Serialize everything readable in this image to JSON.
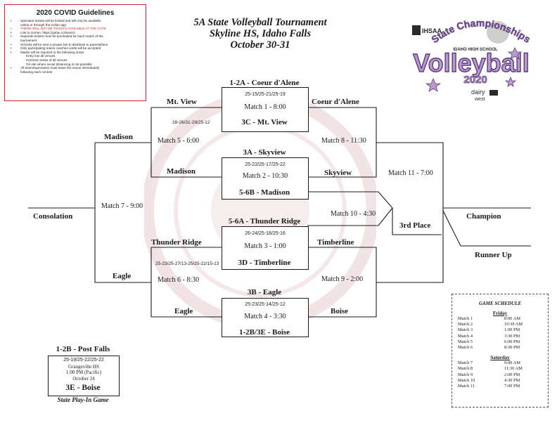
{
  "guidelines": {
    "title": "2020 COVID Guidelines",
    "items": [
      {
        "text": "Spectator tickets will be limited and will only be available",
        "style": "bullet"
      },
      {
        "text": "online or through the Gofan app",
        "style": "cont"
      },
      {
        "text": "THERE WILL NOT BE TICKETS AVAILABLE AT THE GATE",
        "style": "bullet-red"
      },
      {
        "text": "Link to GoFan: https://gofan.co/search",
        "style": "bullet"
      },
      {
        "text": "Separate tickets must be purchased for each match of the",
        "style": "bullet"
      },
      {
        "text": "tournament",
        "style": "cont"
      },
      {
        "text": "Schools will be sent a private link to distribute to parents/fans",
        "style": "bullet"
      },
      {
        "text": "Only participating teams coaches cards will be accepted",
        "style": "bullet"
      },
      {
        "text": "Masks will be required in the following areas:",
        "style": "bullet"
      },
      {
        "text": "Entry into all venues",
        "style": "sub"
      },
      {
        "text": "Common areas of all venues",
        "style": "sub"
      },
      {
        "text": "On site where social distancing is not possible",
        "style": "sub"
      },
      {
        "text": "All teams/spectators must leave the venue immediately",
        "style": "bullet"
      },
      {
        "text": "following each contest",
        "style": "cont"
      }
    ]
  },
  "title": {
    "line1": "5A State Volleyball Tournament",
    "line2": "Skyline HS, Idaho Falls",
    "line3": "October 30-31"
  },
  "logo": {
    "org": "IHSAA",
    "arc": "State Championships",
    "sub": "IDAHO HIGH SCHOOL",
    "main": "Volleyball",
    "year": "2020",
    "sponsor1": "dairy",
    "sponsor2": "west",
    "colors": {
      "purple": "#7b4f9e",
      "light_purple": "#b89ad1",
      "dark": "#2a2a2a"
    }
  },
  "matches": {
    "m1": {
      "top_seed": "1-2A - Coeur d'Alene",
      "score": "25-15/25-21/25-19",
      "label": "Match 1 - 8:00",
      "bottom_seed": "3C - Mt. View"
    },
    "m2": {
      "top_seed": "3A - Skyview",
      "score": "25-22/25-17/25-22",
      "label": "Match 2 - 10:30",
      "bottom_seed": "5-6B - Madison"
    },
    "m3": {
      "top_seed": "5-6A - Thunder Ridge",
      "score": "26-24/25-18/25-16",
      "label": "Match 3 - 1:00",
      "bottom_seed": "3D - Timberline"
    },
    "m4": {
      "top_seed": "3B - Eagle",
      "score": "25-23/25-14/25-12",
      "label": "Match 4 - 3:30",
      "bottom_seed": "1-2B/3E - Boise"
    }
  },
  "bracket": {
    "left_m1_winner": "Mt. View",
    "left_m2_winner": "Madison",
    "left_m3_winner": "Thunder Ridge",
    "left_m4_winner": "Eagle",
    "right_m1_winner": "Coeur d'Alene",
    "right_m2_winner": "Skyview",
    "right_m3_winner": "Timberline",
    "right_m4_winner": "Boise",
    "m5_label": "Match 5 - 6:00",
    "m5_score": "28-26/31-29/25-12",
    "m5_winner": "Madison",
    "m6_label": "Match 6 - 8:30",
    "m6_score": "25-23/25-27/13-25/25-22/15-13",
    "m6_winner": "Eagle",
    "m7_label": "Match 7 - 9:00",
    "m7_result": "Consolation",
    "m8_label": "Match 8 - 11:30",
    "m9_label": "Match 9 - 2:00",
    "m10_label": "Match 10 - 4:30",
    "m10_result": "3rd Place",
    "m11_label": "Match 11 - 7:00",
    "champion": "Champion",
    "runner_up": "Runner Up"
  },
  "playin": {
    "top": "1-2B - Post Falls",
    "score": "25-19/25-22/25-22",
    "venue": "Grangeville HS",
    "time": "1:00 PM (Pacific)",
    "date": "October 24",
    "bottom": "3E - Boise",
    "caption": "State Play-In Game"
  },
  "schedule": {
    "title": "GAME SCHEDULE",
    "friday_label": "Friday",
    "friday": [
      {
        "match": "Match 1",
        "time": "8:00 AM"
      },
      {
        "match": "Match 2",
        "time": "10:30 AM"
      },
      {
        "match": "Match 3",
        "time": "1:00 PM"
      },
      {
        "match": "Match 4",
        "time": "3:30 PM"
      },
      {
        "match": "Match 5",
        "time": "6:00 PM"
      },
      {
        "match": "Match 6",
        "time": "8:30 PM"
      }
    ],
    "saturday_label": "Saturday",
    "saturday": [
      {
        "match": "Match 7",
        "time": "9:00 AM"
      },
      {
        "match": "Match 8",
        "time": "11:30 AM"
      },
      {
        "match": "Match 9",
        "time": "2:00 PM"
      },
      {
        "match": "Match 10",
        "time": "4:30 PM"
      },
      {
        "match": "Match 11",
        "time": "7:00 PM"
      }
    ]
  }
}
